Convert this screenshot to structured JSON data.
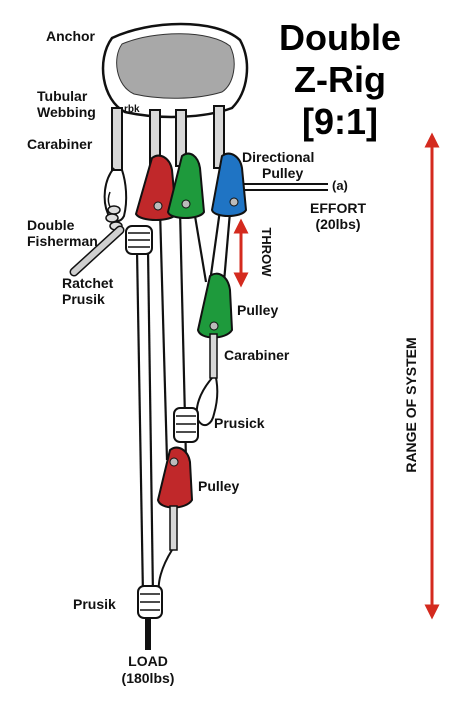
{
  "title": {
    "line1": "Double",
    "line2": "Z-Rig",
    "line3": "[9:1]"
  },
  "labels": {
    "anchor": "Anchor",
    "tubular_webbing_1": "Tubular",
    "tubular_webbing_2": "Webbing",
    "signature": "rbk",
    "carabiner_top": "Carabiner",
    "double_fisherman_1": "Double",
    "double_fisherman_2": "Fisherman",
    "ratchet_prusik_1": "Ratchet",
    "ratchet_prusik_2": "Prusik",
    "directional_pulley_1": "Directional",
    "directional_pulley_2": "Pulley",
    "effort_marker": "(a)",
    "effort": "EFFORT",
    "effort_value": "(20lbs)",
    "throw": "THROW",
    "pulley_green": "Pulley",
    "carabiner_mid": "Carabiner",
    "prusick": "Prusick",
    "pulley_red": "Pulley",
    "prusik_bottom": "Prusik",
    "load": "LOAD",
    "load_value": "(180lbs)",
    "range": "RANGE OF SYSTEM"
  },
  "colors": {
    "red_pulley": "#c0282a",
    "green_pulley": "#1e9a3c",
    "blue_pulley": "#1f74c4",
    "arrow": "#d42a1e",
    "anchor_rock": "#a8a8a8",
    "sling": "#d8d8d8",
    "rope": "#111111"
  }
}
